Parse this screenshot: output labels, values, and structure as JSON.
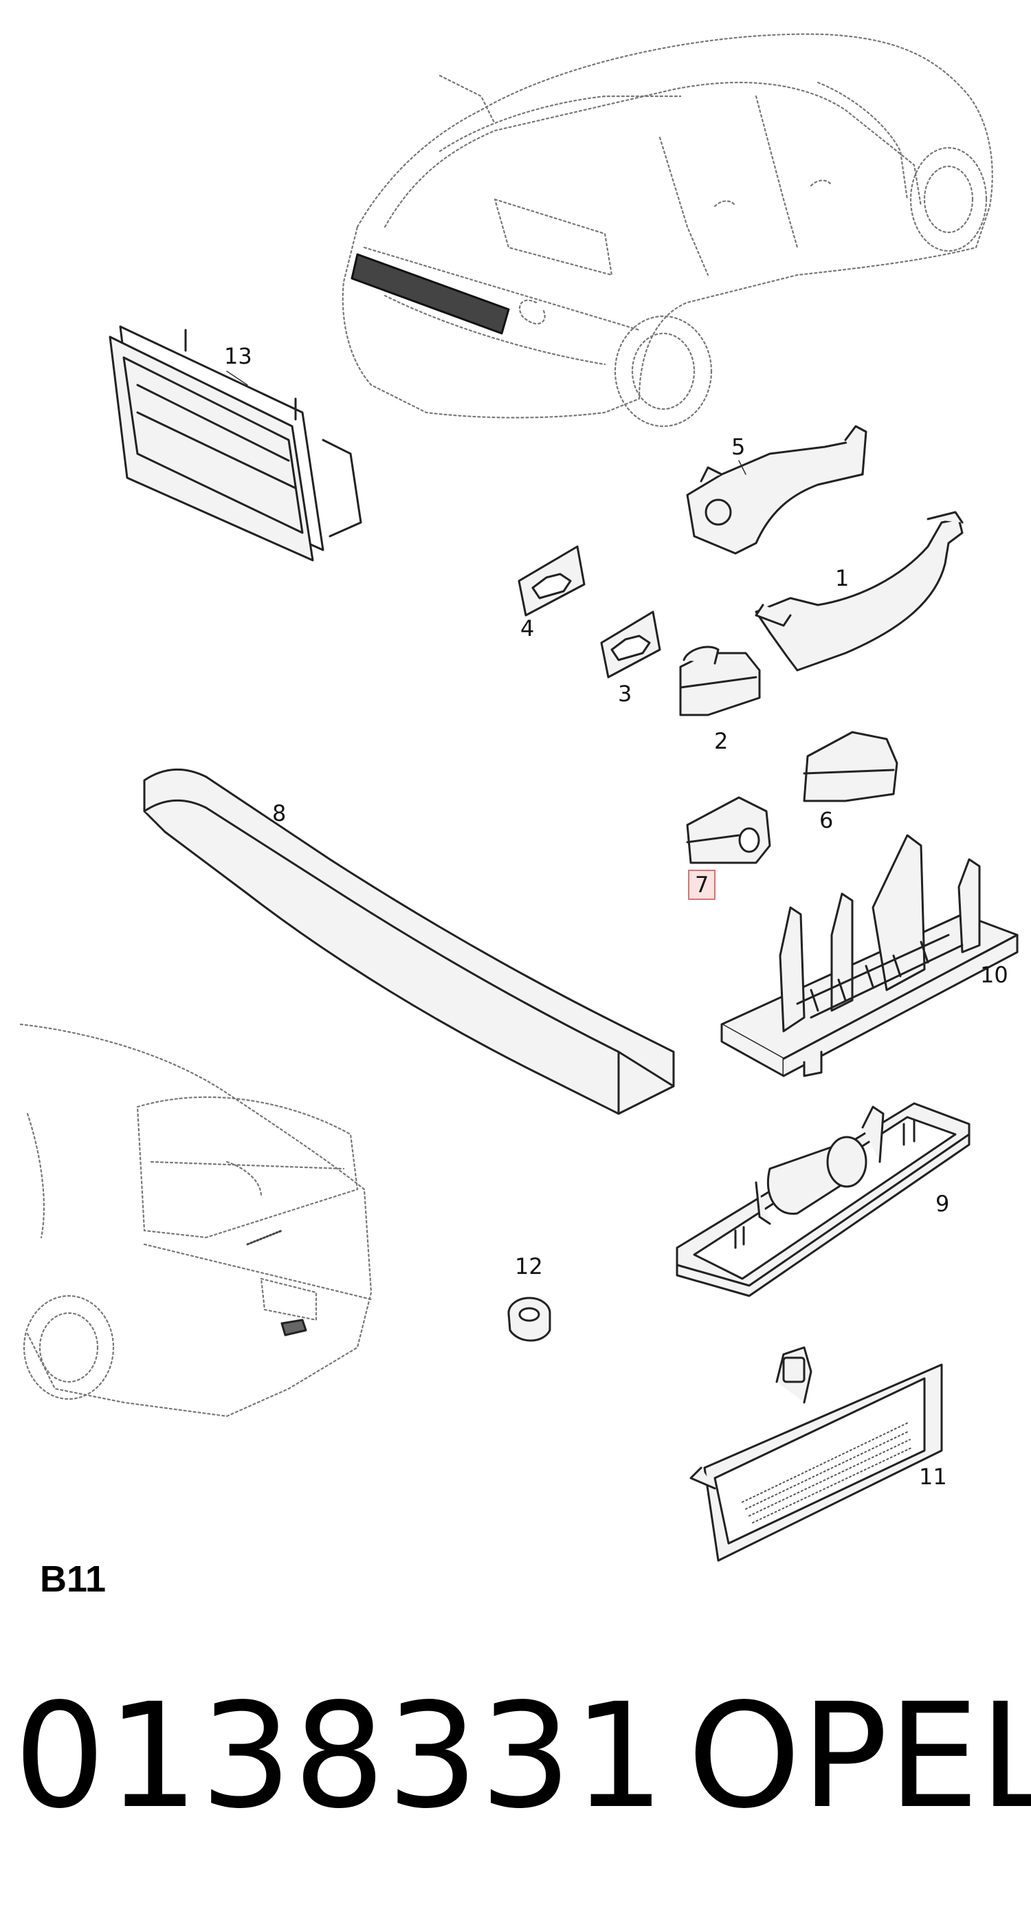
{
  "diagram": {
    "section_code": "B11",
    "part_number": "0138331",
    "brand": "OPEL",
    "highlighted_callout": "7",
    "callouts": [
      "1",
      "2",
      "3",
      "4",
      "5",
      "6",
      "7",
      "8",
      "9",
      "10",
      "11",
      "12",
      "13"
    ]
  }
}
